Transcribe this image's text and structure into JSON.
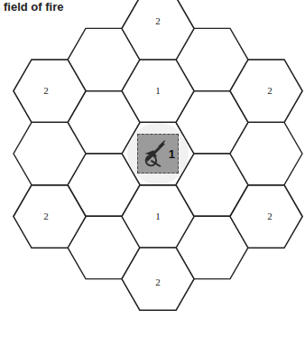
{
  "diagram": {
    "title": "field of fire",
    "nodes": [
      {
        "text": [
          "2"
        ]
      },
      {
        "text": [
          "2"
        ]
      },
      {
        "text": [
          "1"
        ]
      },
      {
        "text": [
          "2"
        ]
      },
      {
        "text": [
          "1"
        ]
      },
      {
        "text": [
          "2"
        ]
      },
      {
        "text": [
          "1"
        ]
      },
      {
        "text": [
          "2"
        ]
      },
      {
        "text": [
          "2"
        ]
      }
    ]
  }
}
